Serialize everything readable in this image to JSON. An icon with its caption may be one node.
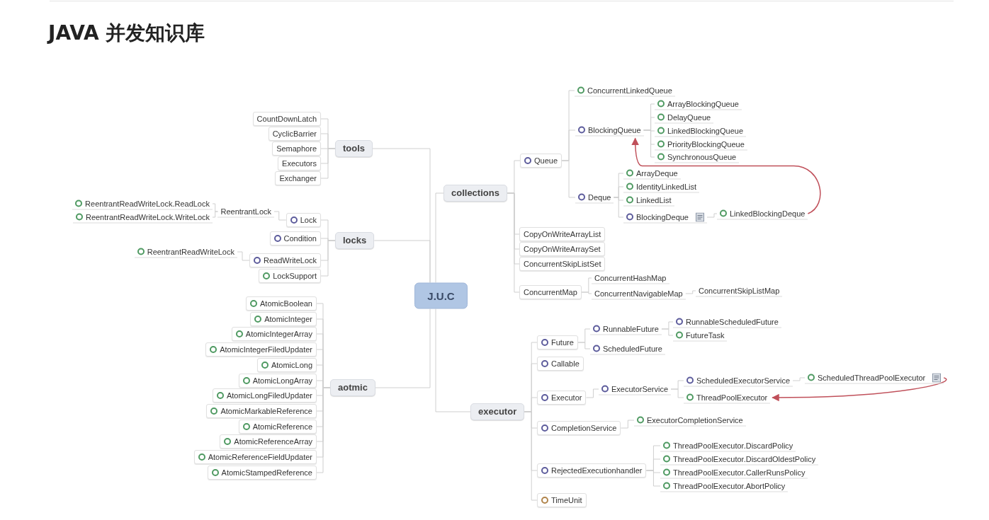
{
  "diagram": {
    "title": "JAVA 并发知识库",
    "nodes": [
      {
        "text": [
          "J.U.C"
        ]
      },
      {
        "text": [
          "tools"
        ]
      },
      {
        "text": [
          "CountDownLatch"
        ]
      },
      {
        "text": [
          "CyclicBarrier"
        ]
      },
      {
        "text": [
          "Semaphore"
        ]
      },
      {
        "text": [
          "Executors"
        ]
      },
      {
        "text": [
          "Exchanger"
        ]
      },
      {
        "text": [
          "locks"
        ]
      },
      {
        "text": [
          "Lock"
        ]
      },
      {
        "text": [
          "ReentrantLock"
        ]
      },
      {
        "text": [
          "ReentrantReadWriteLock.ReadLock"
        ]
      },
      {
        "text": [
          "ReentrantReadWriteLock.WriteLock"
        ]
      },
      {
        "text": [
          "Condition"
        ]
      },
      {
        "text": [
          "ReadWriteLock"
        ]
      },
      {
        "text": [
          "ReentrantReadWriteLock"
        ]
      },
      {
        "text": [
          "LockSupport"
        ]
      },
      {
        "text": [
          "aotmic"
        ]
      },
      {
        "text": [
          "AtomicBoolean"
        ]
      },
      {
        "text": [
          "AtomicInteger"
        ]
      },
      {
        "text": [
          "AtomicIntegerArray"
        ]
      },
      {
        "text": [
          "AtomicIntegerFiledUpdater"
        ]
      },
      {
        "text": [
          "AtomicLong"
        ]
      },
      {
        "text": [
          "AtomicLongArray"
        ]
      },
      {
        "text": [
          "AtomicLongFiledUpdater"
        ]
      },
      {
        "text": [
          "AtomicMarkableReference"
        ]
      },
      {
        "text": [
          "AtomicReference"
        ]
      },
      {
        "text": [
          "AtomicReferenceArray"
        ]
      },
      {
        "text": [
          "AtomicReferenceFieldUpdater"
        ]
      },
      {
        "text": [
          "AtomicStampedReference"
        ]
      },
      {
        "text": [
          "collections"
        ]
      },
      {
        "text": [
          "Queue"
        ]
      },
      {
        "text": [
          "ConcurrentLinkedQueue"
        ]
      },
      {
        "text": [
          "BlockingQueue"
        ]
      },
      {
        "text": [
          "ArrayBlockingQueue"
        ]
      },
      {
        "text": [
          "DelayQueue"
        ]
      },
      {
        "text": [
          "LinkedBlockingQueue"
        ]
      },
      {
        "text": [
          "PriorityBlockingQueue"
        ]
      },
      {
        "text": [
          "SynchronousQueue"
        ]
      },
      {
        "text": [
          "Deque"
        ]
      },
      {
        "text": [
          "ArrayDeque"
        ]
      },
      {
        "text": [
          "IdentityLinkedList"
        ]
      },
      {
        "text": [
          "LinkedList"
        ]
      },
      {
        "text": [
          "BlockingDeque"
        ]
      },
      {
        "text": [
          "LinkedBlockingDeque"
        ]
      },
      {
        "text": [
          "CopyOnWriteArrayList"
        ]
      },
      {
        "text": [
          "CopyOnWriteArraySet"
        ]
      },
      {
        "text": [
          "ConcurrentSkipListSet"
        ]
      },
      {
        "text": [
          "ConcurrentMap"
        ]
      },
      {
        "text": [
          "ConcurrentHashMap"
        ]
      },
      {
        "text": [
          "ConcurrentNavigableMap"
        ]
      },
      {
        "text": [
          "ConcurrentSkipListMap"
        ]
      },
      {
        "text": [
          "executor"
        ]
      },
      {
        "text": [
          "Future"
        ]
      },
      {
        "text": [
          "RunnableFuture"
        ]
      },
      {
        "text": [
          "RunnableScheduledFuture"
        ]
      },
      {
        "text": [
          "FutureTask"
        ]
      },
      {
        "text": [
          "ScheduledFuture"
        ]
      },
      {
        "text": [
          "Callable"
        ]
      },
      {
        "text": [
          "Executor"
        ]
      },
      {
        "text": [
          "ExecutorService"
        ]
      },
      {
        "text": [
          "ScheduledExecutorService"
        ]
      },
      {
        "text": [
          "ScheduledThreadPoolExecutor"
        ]
      },
      {
        "text": [
          "ThreadPoolExecutor"
        ]
      },
      {
        "text": [
          "CompletionService"
        ]
      },
      {
        "text": [
          "ExecutorCompletionService"
        ]
      },
      {
        "text": [
          "RejectedExecutionhandler"
        ]
      },
      {
        "text": [
          "ThreadPoolExecutor.DiscardPolicy"
        ]
      },
      {
        "text": [
          "ThreadPoolExecutor.DiscardOldestPolicy"
        ]
      },
      {
        "text": [
          "ThreadPoolExecutor.CallerRunsPolicy"
        ]
      },
      {
        "text": [
          "ThreadPoolExecutor.AbortPolicy"
        ]
      },
      {
        "text": [
          "TimeUnit"
        ]
      }
    ],
    "edges": [
      {
        "from": 0,
        "to": 1,
        "arrow": "none"
      },
      {
        "from": 0,
        "to": 7,
        "arrow": "none"
      },
      {
        "from": 0,
        "to": 16,
        "arrow": "none"
      },
      {
        "from": 0,
        "to": 29,
        "arrow": "none"
      },
      {
        "from": 0,
        "to": 51,
        "arrow": "none"
      },
      {
        "from": 1,
        "to": 2,
        "arrow": "none"
      },
      {
        "from": 1,
        "to": 3,
        "arrow": "none"
      },
      {
        "from": 1,
        "to": 4,
        "arrow": "none"
      },
      {
        "from": 1,
        "to": 5,
        "arrow": "none"
      },
      {
        "from": 1,
        "to": 6,
        "arrow": "none"
      },
      {
        "from": 7,
        "to": 8,
        "arrow": "none"
      },
      {
        "from": 7,
        "to": 12,
        "arrow": "none"
      },
      {
        "from": 7,
        "to": 13,
        "arrow": "none"
      },
      {
        "from": 7,
        "to": 15,
        "arrow": "none"
      },
      {
        "from": 8,
        "to": 9,
        "arrow": "none"
      },
      {
        "from": 9,
        "to": 10,
        "arrow": "none"
      },
      {
        "from": 9,
        "to": 11,
        "arrow": "none"
      },
      {
        "from": 13,
        "to": 14,
        "arrow": "none"
      },
      {
        "from": 16,
        "to": 17,
        "arrow": "none"
      },
      {
        "from": 16,
        "to": 18,
        "arrow": "none"
      },
      {
        "from": 16,
        "to": 19,
        "arrow": "none"
      },
      {
        "from": 16,
        "to": 20,
        "arrow": "none"
      },
      {
        "from": 16,
        "to": 21,
        "arrow": "none"
      },
      {
        "from": 16,
        "to": 22,
        "arrow": "none"
      },
      {
        "from": 16,
        "to": 23,
        "arrow": "none"
      },
      {
        "from": 16,
        "to": 24,
        "arrow": "none"
      },
      {
        "from": 16,
        "to": 25,
        "arrow": "none"
      },
      {
        "from": 16,
        "to": 26,
        "arrow": "none"
      },
      {
        "from": 16,
        "to": 27,
        "arrow": "none"
      },
      {
        "from": 16,
        "to": 28,
        "arrow": "none"
      },
      {
        "from": 29,
        "to": 30,
        "arrow": "none"
      },
      {
        "from": 29,
        "to": 44,
        "arrow": "none"
      },
      {
        "from": 29,
        "to": 45,
        "arrow": "none"
      },
      {
        "from": 29,
        "to": 46,
        "arrow": "none"
      },
      {
        "from": 29,
        "to": 47,
        "arrow": "none"
      },
      {
        "from": 30,
        "to": 31,
        "arrow": "none"
      },
      {
        "from": 30,
        "to": 32,
        "arrow": "none"
      },
      {
        "from": 30,
        "to": 38,
        "arrow": "none"
      },
      {
        "from": 32,
        "to": 33,
        "arrow": "none"
      },
      {
        "from": 32,
        "to": 34,
        "arrow": "none"
      },
      {
        "from": 32,
        "to": 35,
        "arrow": "none"
      },
      {
        "from": 32,
        "to": 36,
        "arrow": "none"
      },
      {
        "from": 32,
        "to": 37,
        "arrow": "none"
      },
      {
        "from": 38,
        "to": 39,
        "arrow": "none"
      },
      {
        "from": 38,
        "to": 40,
        "arrow": "none"
      },
      {
        "from": 38,
        "to": 41,
        "arrow": "none"
      },
      {
        "from": 38,
        "to": 42,
        "arrow": "none"
      },
      {
        "from": 42,
        "to": 43,
        "arrow": "none"
      },
      {
        "from": 47,
        "to": 48,
        "arrow": "none"
      },
      {
        "from": 47,
        "to": 49,
        "arrow": "none"
      },
      {
        "from": 49,
        "to": 50,
        "arrow": "none"
      },
      {
        "from": 51,
        "to": 52,
        "arrow": "none"
      },
      {
        "from": 51,
        "to": 57,
        "arrow": "none"
      },
      {
        "from": 51,
        "to": 58,
        "arrow": "none"
      },
      {
        "from": 51,
        "to": 63,
        "arrow": "none"
      },
      {
        "from": 51,
        "to": 65,
        "arrow": "none"
      },
      {
        "from": 51,
        "to": 70,
        "arrow": "none"
      },
      {
        "from": 52,
        "to": 53,
        "arrow": "none"
      },
      {
        "from": 52,
        "to": 56,
        "arrow": "none"
      },
      {
        "from": 53,
        "to": 54,
        "arrow": "none"
      },
      {
        "from": 53,
        "to": 55,
        "arrow": "none"
      },
      {
        "from": 58,
        "to": 59,
        "arrow": "none"
      },
      {
        "from": 59,
        "to": 60,
        "arrow": "none"
      },
      {
        "from": 59,
        "to": 62,
        "arrow": "none"
      },
      {
        "from": 60,
        "to": 61,
        "arrow": "none"
      },
      {
        "from": 63,
        "to": 64,
        "arrow": "none"
      },
      {
        "from": 65,
        "to": 66,
        "arrow": "none"
      },
      {
        "from": 65,
        "to": 67,
        "arrow": "none"
      },
      {
        "from": 65,
        "to": 68,
        "arrow": "none"
      },
      {
        "from": 65,
        "to": 69,
        "arrow": "none"
      },
      {
        "from": 43,
        "to": 32,
        "arrow": "to",
        "color": "#c0505a"
      },
      {
        "from": 61,
        "to": 62,
        "arrow": "to",
        "color": "#c0505a"
      }
    ]
  }
}
